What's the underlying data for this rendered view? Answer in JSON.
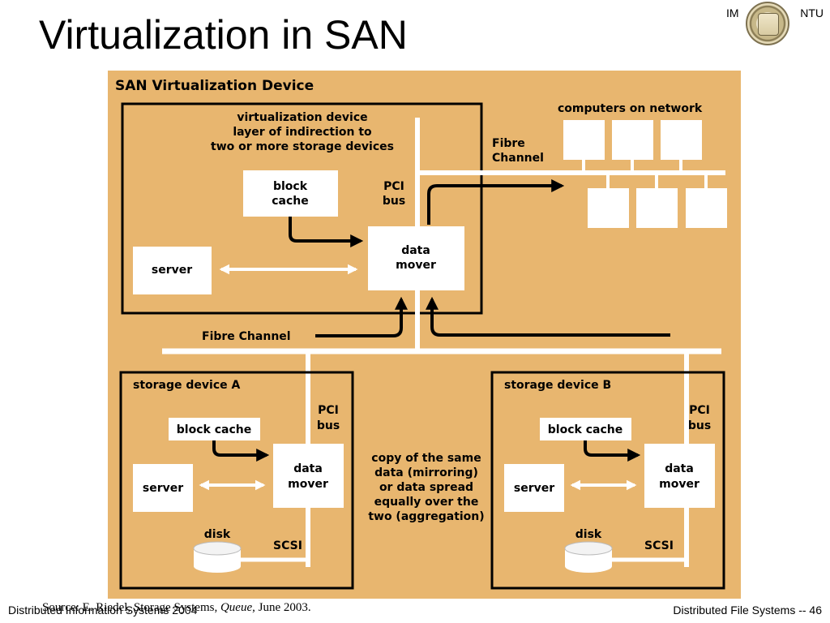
{
  "slide": {
    "title": "Virtualization in SAN",
    "logo": {
      "left_text": "IM",
      "right_text": "NTU"
    },
    "footer_left": "Distributed Information Systems 2004",
    "footer_source_prefix": "Source: E. Riedel, Storage Systems, ",
    "footer_source_italic": "Queue",
    "footer_source_suffix": ", June 2003.",
    "footer_right": "Distributed File Systems -- 46"
  },
  "diagram": {
    "heading": "SAN Virtualization Device",
    "virtualization_box": {
      "title_lines": [
        "virtualization device",
        "layer of indirection to",
        "two or more storage devices"
      ],
      "block_cache": [
        "block",
        "cache"
      ],
      "pci_bus": [
        "PCI",
        "bus"
      ],
      "data_mover": [
        "data",
        "mover"
      ],
      "server": "server"
    },
    "fibre_channel_top": [
      "Fibre",
      "Channel"
    ],
    "computers_on_network": "computers on network",
    "fibre_channel_mid": "Fibre Channel",
    "storage_a": {
      "title": "storage device A",
      "pci_bus": [
        "PCI",
        "bus"
      ],
      "block_cache": "block cache",
      "data_mover": [
        "data",
        "mover"
      ],
      "server": "server",
      "disk": "disk",
      "scsi": "SCSI"
    },
    "storage_b": {
      "title": "storage device B",
      "pci_bus": [
        "PCI",
        "bus"
      ],
      "block_cache": "block cache",
      "data_mover": [
        "data",
        "mover"
      ],
      "server": "server",
      "disk": "disk",
      "scsi": "SCSI"
    },
    "center_note": [
      "copy of the same",
      "data (mirroring)",
      "or data spread",
      "equally over the",
      "two (aggregation)"
    ]
  }
}
